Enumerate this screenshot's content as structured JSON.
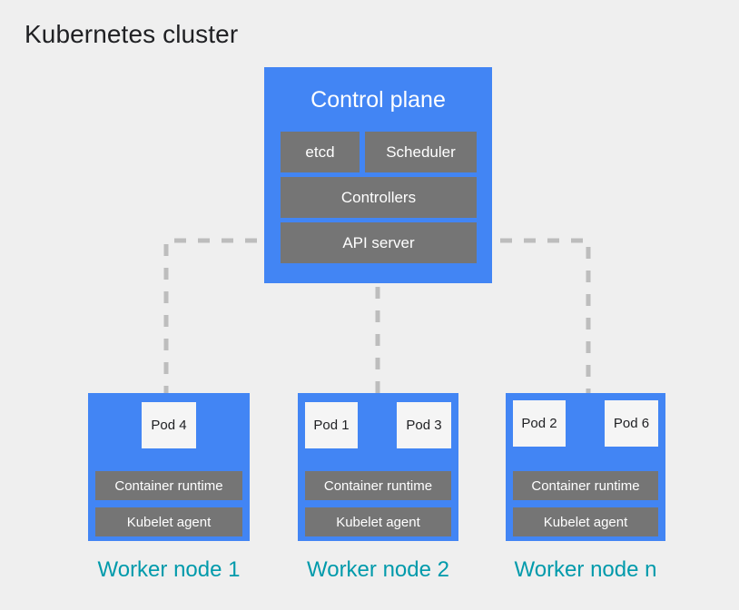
{
  "diagram": {
    "title": "Kubernetes cluster",
    "colors": {
      "background": "#efefef",
      "node_blue": "#4285f4",
      "component_gray": "#757575",
      "pod_white": "#f5f5f5",
      "label_teal": "#009aab",
      "connector_gray": "#bdbdbd",
      "title_text": "#202124"
    }
  },
  "control_plane": {
    "title": "Control plane",
    "components": [
      {
        "label": "etcd"
      },
      {
        "label": "Scheduler"
      },
      {
        "label": "Controllers"
      },
      {
        "label": "API server"
      }
    ]
  },
  "worker_nodes": [
    {
      "label": "Worker node 1",
      "pods": [
        {
          "label": "Pod 4"
        }
      ],
      "components": [
        {
          "label": "Container runtime"
        },
        {
          "label": "Kubelet agent"
        }
      ]
    },
    {
      "label": "Worker node 2",
      "pods": [
        {
          "label": "Pod 1"
        },
        {
          "label": "Pod 3"
        }
      ],
      "components": [
        {
          "label": "Container runtime"
        },
        {
          "label": "Kubelet agent"
        }
      ]
    },
    {
      "label": "Worker node n",
      "pods": [
        {
          "label": "Pod 2"
        },
        {
          "label": "Pod 6"
        }
      ],
      "components": [
        {
          "label": "Container runtime"
        },
        {
          "label": "Kubelet agent"
        }
      ]
    }
  ],
  "connectors": {
    "description": "Dashed lines from API server to each worker node",
    "count": 3
  }
}
